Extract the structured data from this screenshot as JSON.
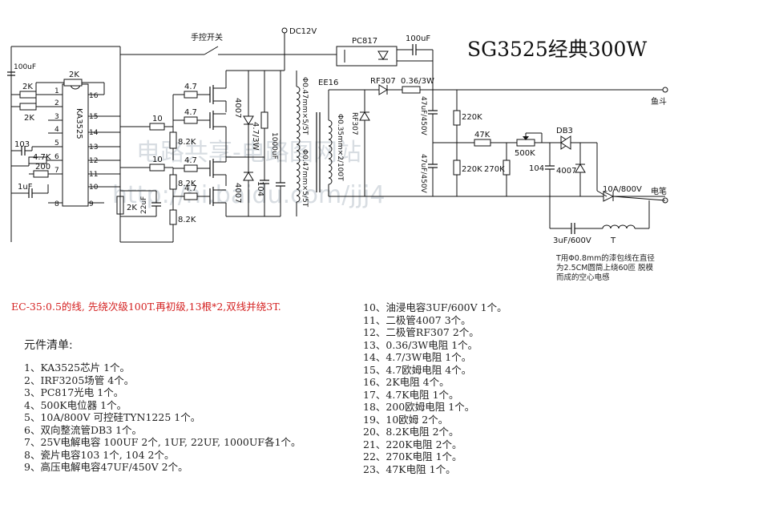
{
  "title": "SG3525经典300W",
  "watermark": {
    "line1": "电路共享-电路图网站",
    "line2": "http://hi.baidu.com/jjj4"
  },
  "labels": {
    "switch": "手控开关",
    "dc": "DC12V",
    "optocoupler": "PC817",
    "c_opto": "100uF",
    "c_left": "100uF",
    "r_2k_top": "2K",
    "r_2k_a": "2K",
    "r_2k_b": "2K",
    "c_103": "103",
    "r_4k7": "4.7K",
    "r_200": "200",
    "c_1uf": "1uF",
    "ic": "KA3525",
    "r_10_a": "10",
    "r_10_b": "10",
    "r_47_1": "4.7",
    "r_47_2": "4.7",
    "r_47_3": "4.7",
    "r_47_4": "4.7",
    "r_8k2_a": "8.2K",
    "r_8k2_b": "8.2K",
    "r_8k2_c": "8.2K",
    "r_2k_bottom": "2K",
    "c_22uf": "22uF",
    "d_4007_a": "4007",
    "d_4007_b": "4007",
    "r_47_3w": "4.7/3W",
    "c_1000uf": "1000uF",
    "d_104": "104",
    "primary_a": "Φ0.47mm×5/5T",
    "primary_b": "Φ0.47mm×5/5T",
    "secondary": "Φ0.35mm×2/100T",
    "core": "EE16",
    "d_rf307_a": "RF307",
    "d_rf307_b": "RF307",
    "r_036": "0.36/3W",
    "c_hv_a": "47uF/450V",
    "c_hv_b": "47uF/450V",
    "r_220k_a": "220K",
    "r_220k_b": "220K",
    "r_270k": "270K",
    "r_47k": "47K",
    "pot": "500K",
    "c_104": "104",
    "d_4007_c": "4007",
    "diac": "DB3",
    "scr": "10A/800V",
    "c_3uf": "3uF/600V",
    "inductor": "T",
    "out_a": "鱼斗",
    "out_b": "电笔",
    "pin_1": "1",
    "pin_2": "2",
    "pin_3": "3",
    "pin_4": "4",
    "pin_5": "5",
    "pin_6": "6",
    "pin_7": "7",
    "pin_8": "8",
    "pin_9": "9",
    "pin_10": "10",
    "pin_11": "11",
    "pin_12": "12",
    "pin_13": "13",
    "pin_14": "14",
    "pin_15": "15",
    "pin_16": "16"
  },
  "coil_note": [
    "T用Φ0.8mm的漆包线在直径",
    "为2.5CM圆筒上绕60匝 脱模",
    "而成的空心电感"
  ],
  "winding_note": "EC-35:0.5的线, 先绕次级100T.再初级,13根*2,双线并绕3T.",
  "bom_title": "元件清单:",
  "bom_left": [
    "1、KA3525芯片 1个。",
    "2、IRF3205场管 4个。",
    "3、PC817光电 1个。",
    "4、500K电位器 1个。",
    "5、10A/800V 可控硅TYN1225 1个。",
    "6、双向整流管DB3 1个。",
    "7、25V电解电容 100UF 2个, 1UF, 22UF, 1000UF各1个。",
    "8、瓷片电容103 1个, 104 2个。",
    "9、高压电解电容47UF/450V 2个。"
  ],
  "bom_right": [
    "10、油浸电容3UF/600V 1个。",
    "11、二极管4007 3个。",
    "12、二极管RF307 2个。",
    "13、0.36/3W电阻 1个。",
    "14、4.7/3W电阻 1个。",
    "15、4.7欧姆电阻 4个。",
    "16、2K电阻 4个。",
    "17、4.7K电阻 1个。",
    "18、200欧姆电阻 1个。",
    "19、10欧姆 2个。",
    "20、8.2K电阻 2个。",
    "21、220K电阻 2个。",
    "22、270K电阻 1个。",
    "23、47K电阻 1个。"
  ]
}
